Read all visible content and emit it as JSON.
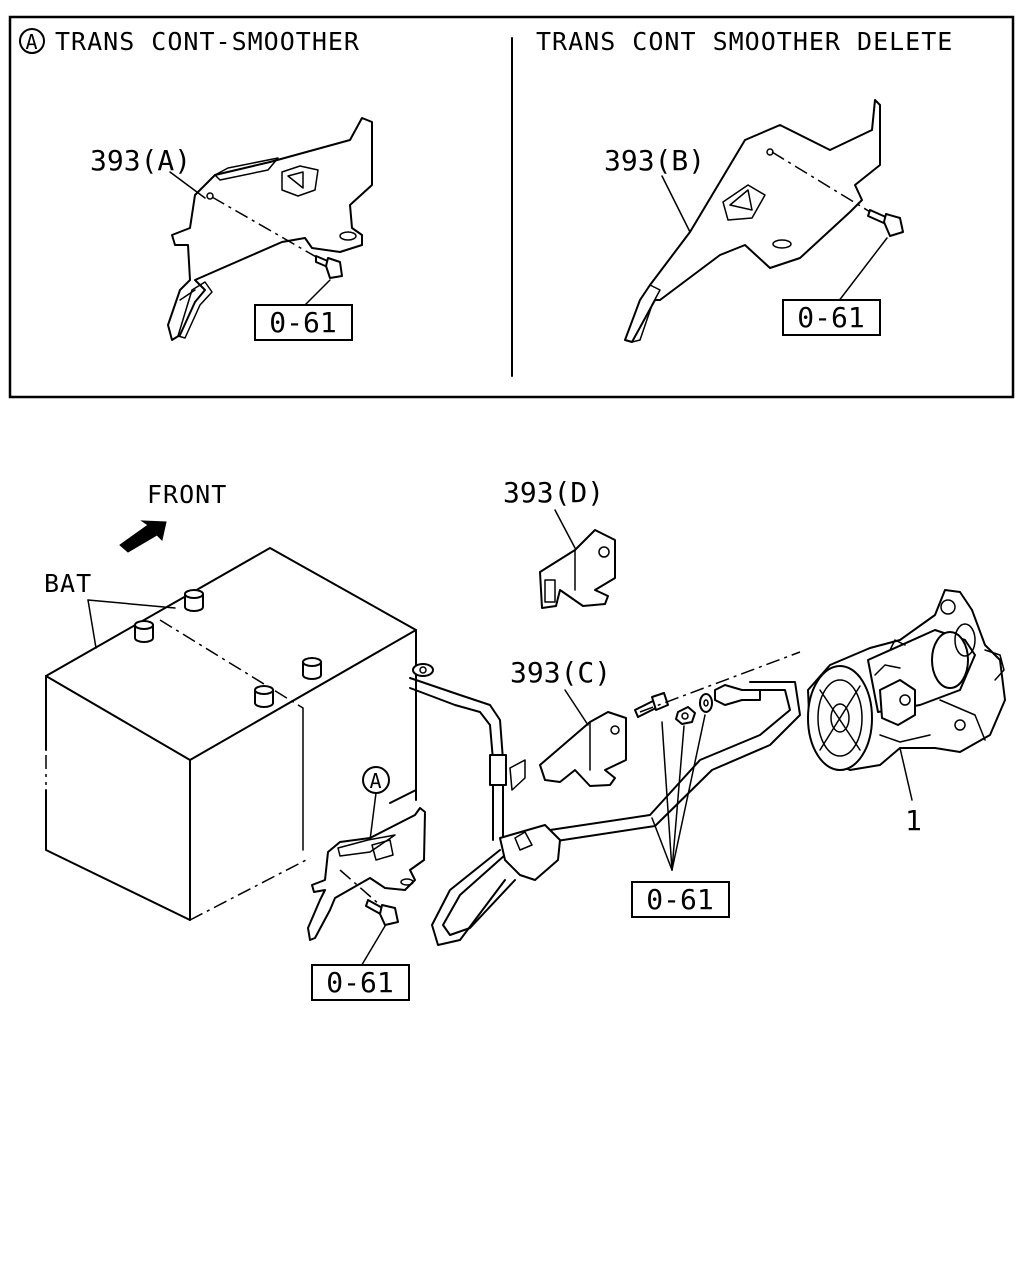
{
  "inset": {
    "left_title": "TRANS CONT-SMOOTHER",
    "left_marker": "A",
    "right_title": "TRANS CONT SMOOTHER DELETE",
    "left_part": "393(A)",
    "left_bolt": "0-61",
    "right_part": "393(B)",
    "right_bolt": "0-61"
  },
  "main": {
    "front_label": "FRONT",
    "battery_label": "BAT",
    "bracket_d": "393(D)",
    "bracket_c": "393(C)",
    "marker_a": "A",
    "starter_ref": "1",
    "bolt_ref_center": "0-61",
    "bolt_ref_bottom": "0-61"
  },
  "colors": {
    "line": "#000000",
    "background": "#ffffff"
  }
}
